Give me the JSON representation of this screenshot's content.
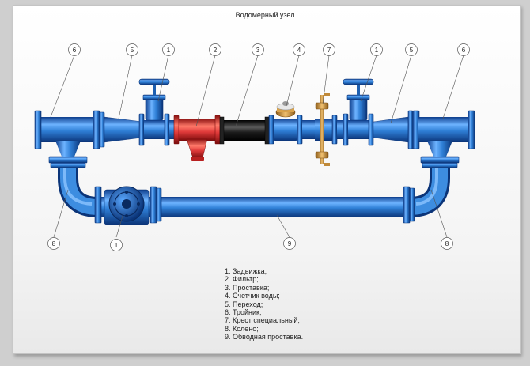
{
  "title": "Водомерный узел",
  "callouts": [
    "6",
    "5",
    "1",
    "2",
    "3",
    "4",
    "7",
    "1",
    "5",
    "6",
    "8",
    "1",
    "9",
    "8"
  ],
  "legend": [
    "1. Задвижка;",
    "2. Фильтр;",
    "3. Проставка;",
    "4. Счетчик воды;",
    "5. Переход;",
    "6. Тройник;",
    "7. Крест специальный;",
    "8. Колено;",
    "9. Обводная проставка."
  ],
  "colors": {
    "pipe": "#2f7fd6",
    "filter": "#e03a3a",
    "spacer": "#1a1a1a",
    "brass": "#d9a24a"
  }
}
